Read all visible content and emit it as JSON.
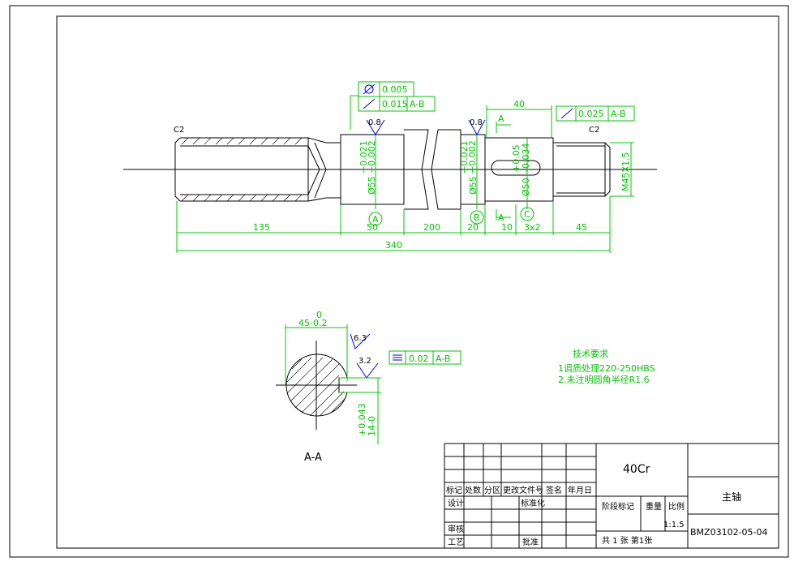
{
  "drawing": {
    "dims": {
      "d135": "135",
      "d50": "50",
      "d200": "200",
      "d20": "20",
      "d10": "10",
      "d3x2": "3x2",
      "d45": "45",
      "d340": "340",
      "d40": "40",
      "dia55a": "Ø55",
      "tol55a_top": "+0.021",
      "tol55a_bot": "+0.002",
      "dia55b": "Ø55",
      "tol55b_top": "+0.021",
      "tol55b_bot": "+0.002",
      "dia50": "Ø50",
      "tol50_top": "+0.05",
      "tol50_bot": "-0.034",
      "thread": "M45X1.5",
      "chamfer_left": "C2",
      "chamfer_right": "C2",
      "rough_a": "0.8",
      "rough_b": "0.8",
      "section_width": "45-0.2",
      "section_width_top": "0",
      "section_depth": "14-0",
      "section_depth_tol": "+0.043",
      "rough_section_a": "6.3",
      "rough_section_b": "3.2"
    },
    "datums": {
      "a": "A",
      "b": "B",
      "c": "C"
    },
    "section_marks": {
      "top": "A",
      "bottom": "A"
    },
    "tolerances": {
      "cyl_value": "0.005",
      "runout_value": "0.015",
      "runout_ref": "A-B",
      "runout2_value": "0.025",
      "runout2_ref": "A-B",
      "sym_value": "0.02",
      "sym_ref": "A-B"
    },
    "section_label": "A-A",
    "tech_req": {
      "title": "技术要求",
      "line1": "1调质处理220-250HBS",
      "line2": "2.未注明圆角半径R1.6"
    }
  },
  "title_block": {
    "material": "40Cr",
    "part_name": "主轴",
    "drawing_no": "BMZ03102-05-04",
    "scale": "1:1.5",
    "labels": {
      "mark": "标记",
      "count": "处数",
      "zone": "分区",
      "change_doc": "更改文件号",
      "sign": "签名",
      "date": "年月日",
      "design": "设计",
      "standardize": "标准化",
      "stage": "阶段标记",
      "weight": "重量",
      "ratio": "比例",
      "check": "审核",
      "process": "工艺",
      "approve": "批准",
      "sheets": "共 1 张 第1张"
    }
  },
  "colors": {
    "dimension": "#00c800",
    "outline": "#000000",
    "annotation": "#0000ff"
  }
}
